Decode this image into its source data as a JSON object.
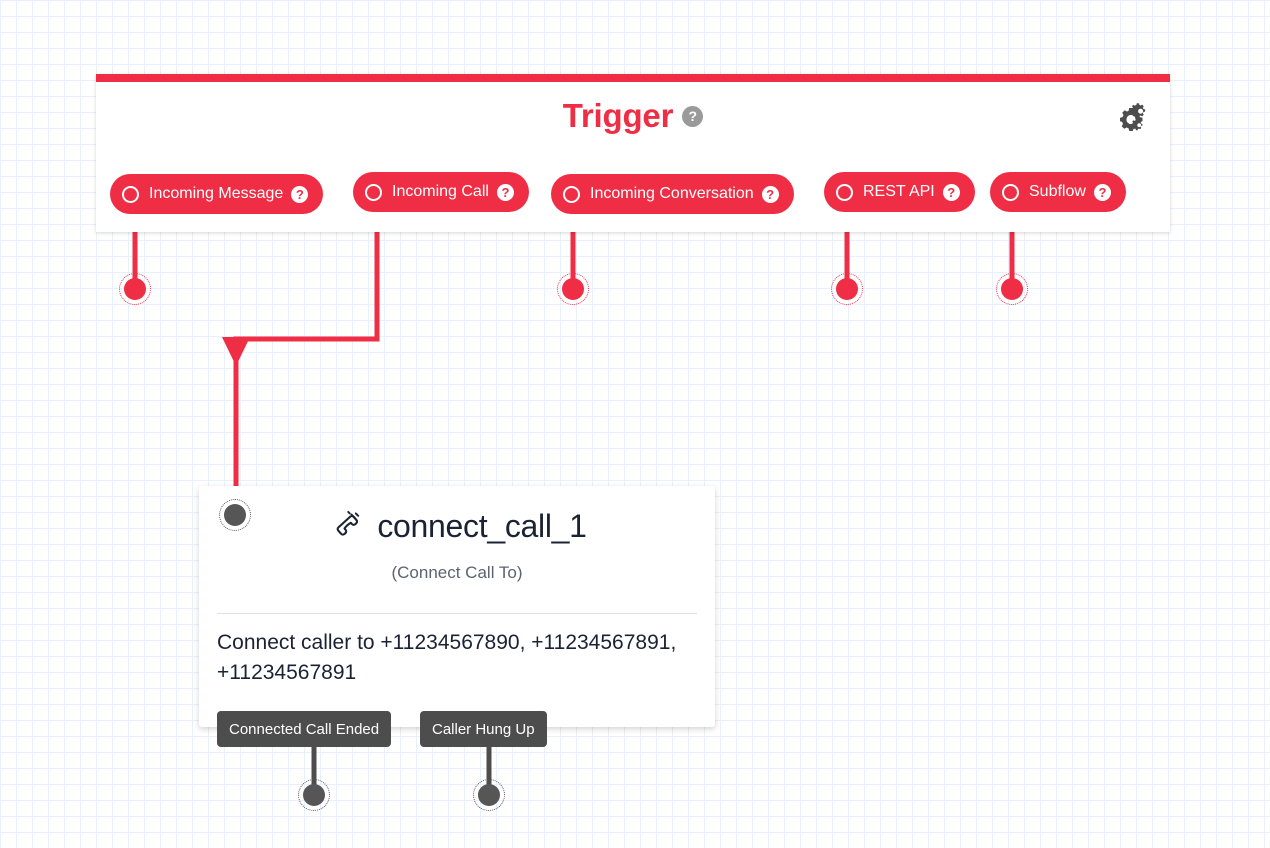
{
  "canvas": {
    "grid": true,
    "background_color": "#ffffff",
    "grid_color": "#d5e6f7"
  },
  "colors": {
    "accent_red": "#ef2e45",
    "node_gray": "#4d4d4d",
    "title_navy": "#1a2233",
    "help_gray": "#9a9a9a"
  },
  "trigger_panel": {
    "title": "Trigger",
    "title_help": "?",
    "settings_icon": "cogs-icon",
    "triggers": [
      {
        "label": "Incoming Message",
        "help": "?",
        "radio": "radio-unchecked"
      },
      {
        "label": "Incoming Call",
        "help": "?",
        "radio": "radio-unchecked"
      },
      {
        "label": "Incoming Conversation",
        "help": "?",
        "radio": "radio-unchecked"
      },
      {
        "label": "REST API",
        "help": "?",
        "radio": "radio-unchecked"
      },
      {
        "label": "Subflow",
        "help": "?",
        "radio": "radio-unchecked"
      }
    ]
  },
  "node": {
    "icon": "phone-handset-icon",
    "title": "connect_call_1",
    "subtitle": "(Connect Call To)",
    "body": "Connect caller to +11234567890, +11234567891, +11234567891",
    "outputs": [
      {
        "label": "Connected Call Ended"
      },
      {
        "label": "Caller Hung Up"
      }
    ]
  }
}
